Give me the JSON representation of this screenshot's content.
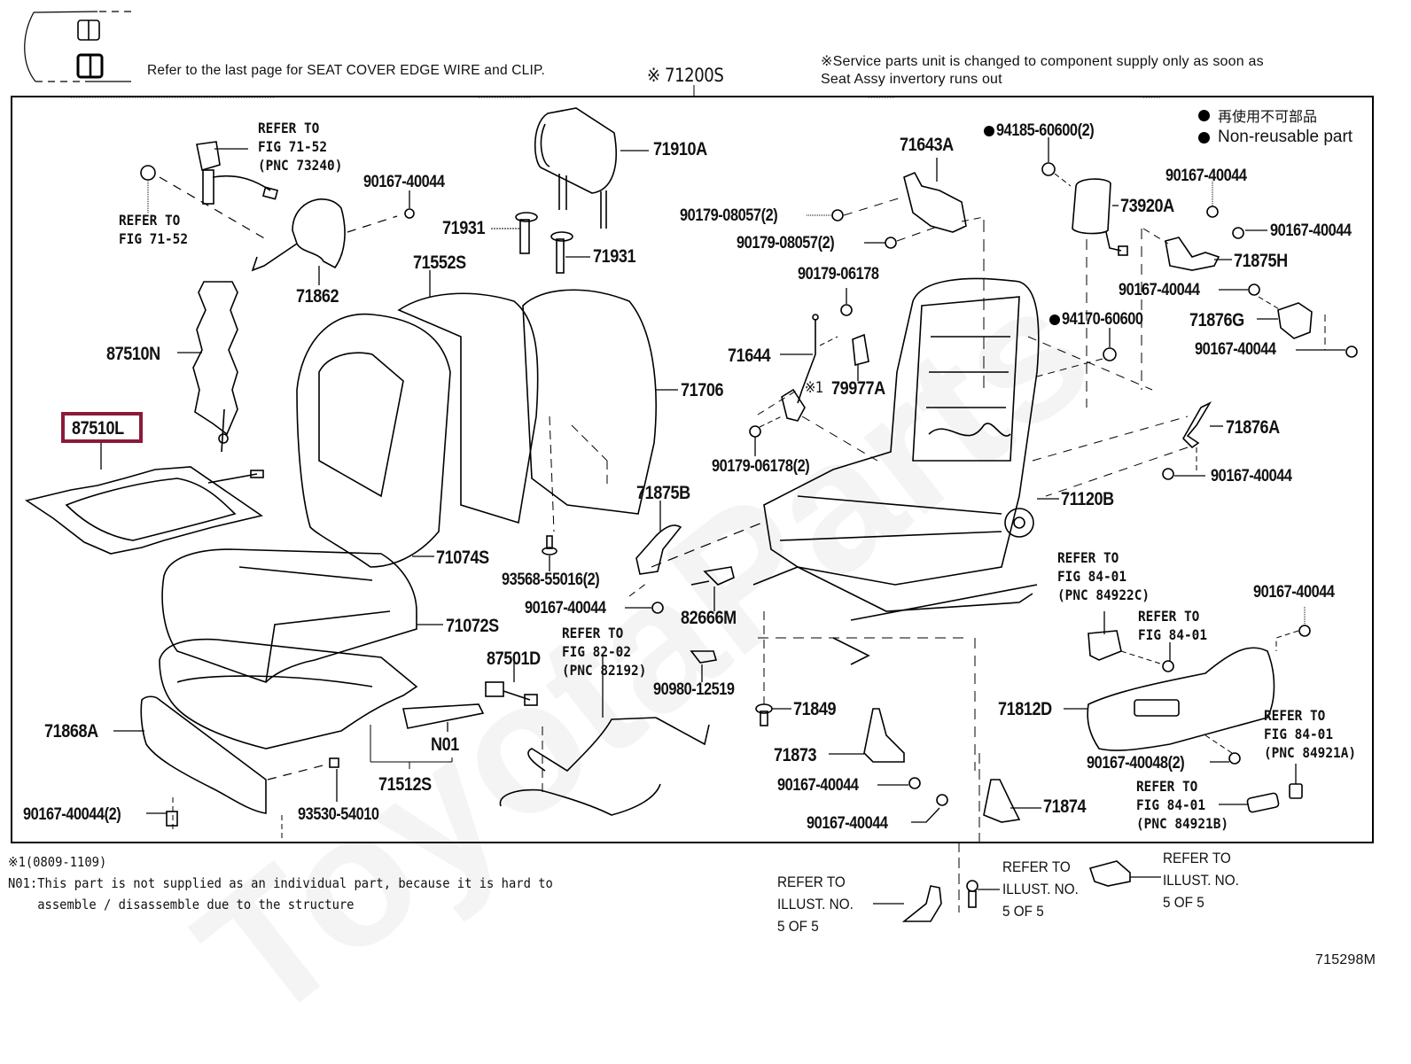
{
  "header": {
    "edge_wire_note": "Refer to the last page for SEAT COVER EDGE WIRE and CLIP.",
    "assembly_code": "※ 71200S",
    "service_note_line1": "※Service parts unit is changed to component supply only as soon as",
    "service_note_line2": "Seat Assy invertory runs out"
  },
  "legend": {
    "icon": "filled-circle",
    "jp_label": "再使用不可部品",
    "en_label": "Non-reusable part"
  },
  "highlight": {
    "part": "87510L",
    "color": "#8b1a3a"
  },
  "watermark": "ToyotaParts",
  "parts": {
    "p71910A": "71910A",
    "p71931a": "71931",
    "p71931b": "71931",
    "p71552S": "71552S",
    "p71862": "71862",
    "p90167_top": "90167-40044",
    "p87510N": "87510N",
    "p87510L": "87510L",
    "p71706": "71706",
    "p71074S": "71074S",
    "p71072S": "71072S",
    "p71868A": "71868A",
    "p90167_2": "90167-40044(2)",
    "p93530": "93530-54010",
    "p71512S": "71512S",
    "pN01": "N01",
    "p93568": "93568-55016(2)",
    "p90167_mid": "90167-40044",
    "p87501D": "87501D",
    "p71875B": "71875B",
    "p82666M": "82666M",
    "p90980": "90980-12519",
    "p71849": "71849",
    "p71873": "71873",
    "p90167_71873": "90167-40044",
    "p90167_71874": "90167-40044",
    "p71874": "71874",
    "p71643A": "71643A",
    "p90179_08057a": "90179-08057(2)",
    "p90179_08057b": "90179-08057(2)",
    "p90179_06178": "90179-06178",
    "p71644": "71644",
    "p79977A": "79977A",
    "p79977A_mark": "※1",
    "p90179_06178_2": "90179-06178(2)",
    "p94185": "94185-60600(2)",
    "p94170": "94170-60600",
    "p73920A": "73920A",
    "p90167_r1": "90167-40044",
    "p90167_r2": "90167-40044",
    "p71875H": "71875H",
    "p90167_r3": "90167-40044",
    "p71876G": "71876G",
    "p90167_r4": "90167-40044",
    "p71876A": "71876A",
    "p90167_r5": "90167-40044",
    "p71120B": "71120B",
    "p90167_r6": "90167-40044",
    "p71812D": "71812D",
    "p90167_40048": "90167-40048(2)"
  },
  "references": {
    "fig7152_pnc": "REFER TO\nFIG 71-52\n(PNC 73240)",
    "fig7152": "REFER TO\nFIG 71-52",
    "fig8202": "REFER TO\nFIG 82-02\n(PNC 82192)",
    "fig8401_c": "REFER TO\nFIG 84-01\n(PNC 84922C)",
    "fig8401": "REFER TO\nFIG 84-01",
    "fig8401_a": "REFER TO\nFIG 84-01\n(PNC 84921A)",
    "fig8401_b": "REFER TO\nFIG 84-01\n(PNC 84921B)",
    "illust_1": "REFER TO\nILLUST. NO.\n5 OF 5",
    "illust_2": "REFER TO\nILLUST. NO.\n5 OF 5",
    "illust_3": "REFER TO\nILLUST. NO.\n5 OF 5"
  },
  "footnotes": {
    "mark1": "※1(0809-1109)",
    "n01_line1": "N01:This part is not supplied as an individual part, because it is hard to",
    "n01_line2": "    assemble / disassemble due to the structure"
  },
  "illustration_id": "715298M"
}
